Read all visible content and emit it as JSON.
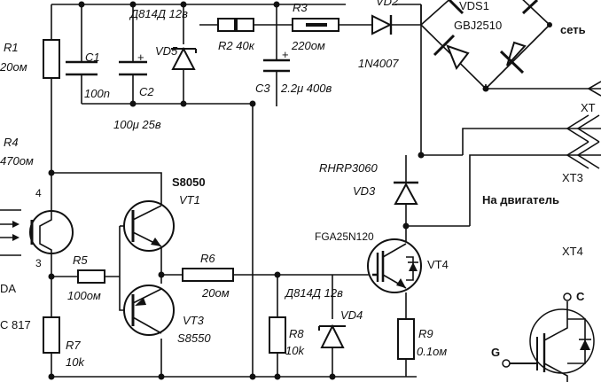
{
  "labels": {
    "r1": "R1",
    "r1_val": "20ом",
    "c1": "C1",
    "c1_val": "100n",
    "c2": "C2",
    "c2_plus": "+",
    "c2_val": "100μ 25в",
    "vd5_model": "Д814Д 12в",
    "vd5": "VD5",
    "r2": "R2 40к",
    "r3": "R3",
    "r3_val": "220ом",
    "vd2": "VD2",
    "vd2_model": "1N4007",
    "c3": "C3",
    "c3_plus": "+",
    "c3_val": "2.2μ 400в",
    "vds1": "VDS1",
    "vds1_model": "GBJ2510",
    "mains": "сеть",
    "xt_top": "XT",
    "r4": "R4",
    "r4_val": "470ом",
    "rhrp": "RHRP3060",
    "vd3": "VD3",
    "xt3": "XT3",
    "motor": "На двигатель",
    "xt4": "XT4",
    "vt1_model": "S8050",
    "vt1": "VT1",
    "opto_pin4": "4",
    "opto_pin3": "3",
    "opto_name": "DA",
    "opto_model": "C 817",
    "r5": "R5",
    "r5_val": "100ом",
    "r6": "R6",
    "r6_val": "20ом",
    "fga": "FGA25N120",
    "vt4": "VT4",
    "vt3": "VT3",
    "vt3_model": "S8550",
    "vd4_model": "Д814Д 12в",
    "vd4": "VD4",
    "r8": "R8",
    "r8_val": "10k",
    "r7": "R7",
    "r7_val": "10k",
    "r9": "R9",
    "r9_val": "0.1ом",
    "igbt_c": "C",
    "igbt_g": "G"
  }
}
